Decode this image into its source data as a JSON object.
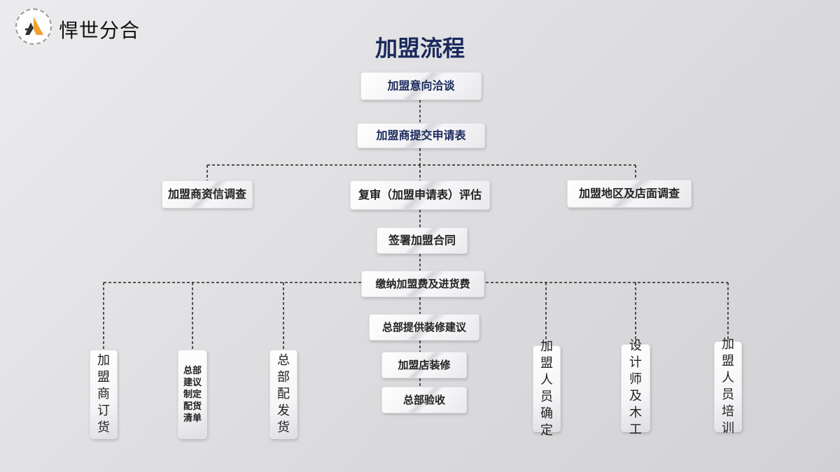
{
  "header": {
    "brand": "悍世分合",
    "logo_icon": "logo-icon"
  },
  "title": "加盟流程",
  "steps": {
    "s1": "加盟意向洽谈",
    "s2": "加盟商提交申请表",
    "s3a": "加盟商资信调查",
    "s3b": "复审（加盟申请表）评估",
    "s3c": "加盟地区及店面调查",
    "s4": "签署加盟合同",
    "s5": "缴纳加盟费及进货费",
    "s6": "总部提供装修建议",
    "s7": "加盟店装修",
    "s8": "总部验收"
  },
  "branches": {
    "b1": "加盟商订货",
    "b2": "总部建议制定配货清单",
    "b3": "总部配发货",
    "b4": "加盟人员确定",
    "b5": "设计师及木工",
    "b6": "加盟人员培训"
  },
  "colors": {
    "title": "#1a2a5c",
    "logo_orange": "#f0a030",
    "line": "#222222"
  }
}
